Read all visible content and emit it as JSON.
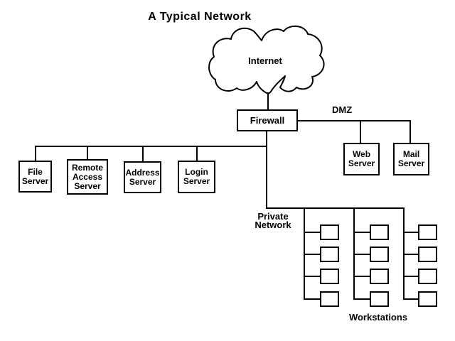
{
  "title": "A Typical Network",
  "colors": {
    "line": "#000000",
    "background": "#ffffff",
    "text": "#000000"
  },
  "internet": {
    "label": "Internet"
  },
  "firewall": {
    "label": "Firewall"
  },
  "dmz": {
    "label": "DMZ"
  },
  "servers": {
    "file": {
      "lines": [
        "File",
        "Server"
      ]
    },
    "remote_access": {
      "lines": [
        "Remote",
        "Access",
        "Server"
      ]
    },
    "address": {
      "lines": [
        "Address",
        "Server"
      ]
    },
    "login": {
      "lines": [
        "Login",
        "Server"
      ]
    },
    "web": {
      "lines": [
        "Web",
        "Server"
      ]
    },
    "mail": {
      "lines": [
        "Mail",
        "Server"
      ]
    }
  },
  "private_network": {
    "lines": [
      "Private",
      "Network"
    ]
  },
  "workstations": {
    "label": "Workstations",
    "columns": 3,
    "rows_per_column": 4,
    "count": 12
  }
}
